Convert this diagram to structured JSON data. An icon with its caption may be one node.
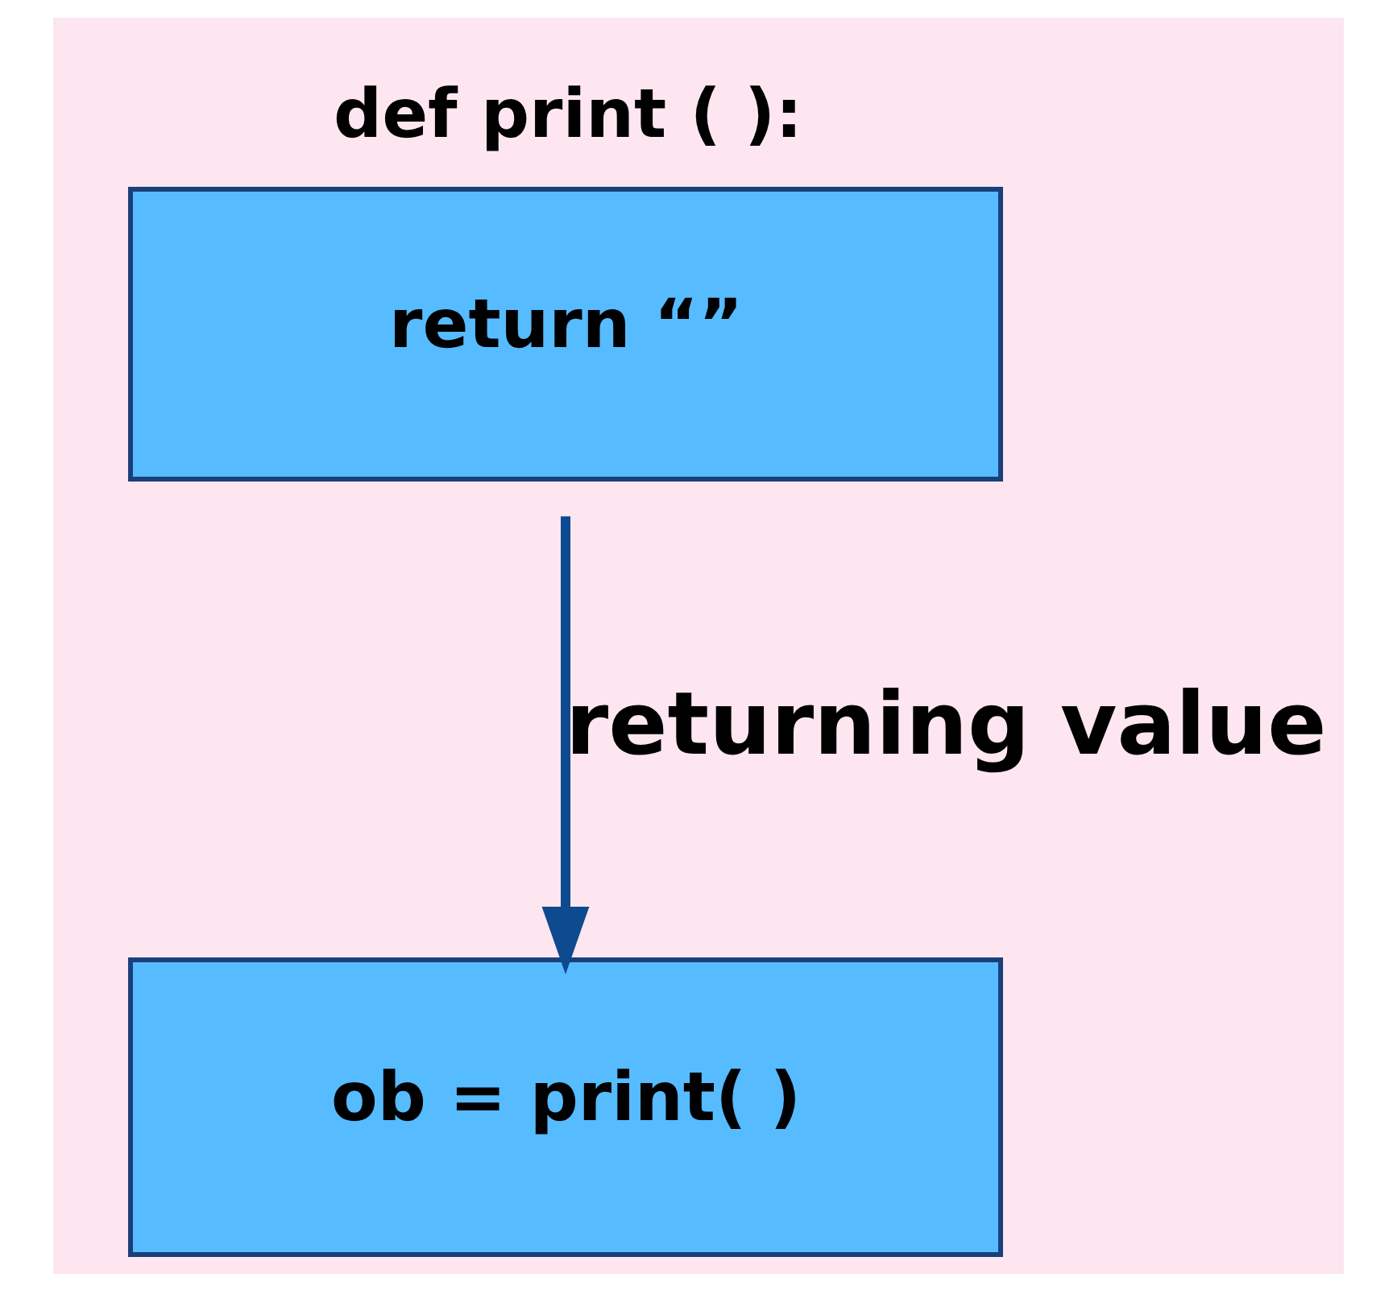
{
  "diagram": {
    "nodes": [
      {
        "text": [
          "def print ( ):",
          "return “”"
        ]
      },
      {
        "text": [
          "ob = print( )"
        ]
      }
    ],
    "edges": [
      {
        "from": 0,
        "to": 1,
        "arrow": "to",
        "label": "returning value",
        "color": "#0d4a8f"
      }
    ]
  }
}
